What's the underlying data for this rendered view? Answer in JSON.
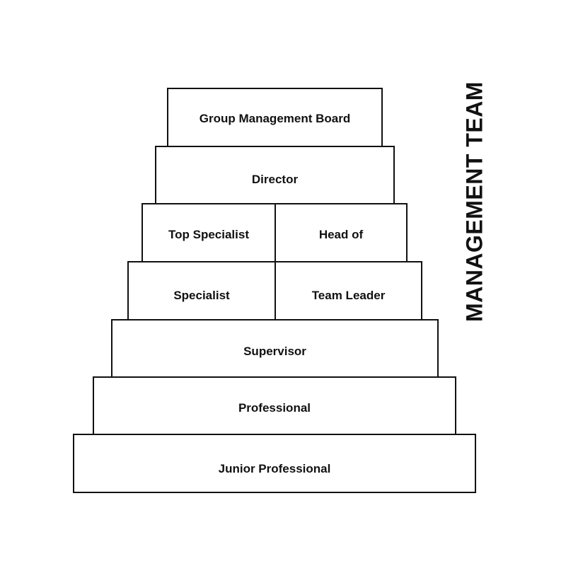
{
  "pyramid": {
    "level1": {
      "label": "Group Management Board"
    },
    "level2": {
      "label": "Director"
    },
    "level3": {
      "left": "Top Specialist",
      "right": "Head of"
    },
    "level4": {
      "left": "Specialist",
      "right": "Team Leader"
    },
    "level5": {
      "label": "Supervisor"
    },
    "level6": {
      "label": "Professional"
    },
    "level7": {
      "label": "Junior Professional"
    }
  },
  "side_label": "MANAGEMENT TEAM",
  "colors": {
    "line": "#111111",
    "background": "#ffffff"
  }
}
